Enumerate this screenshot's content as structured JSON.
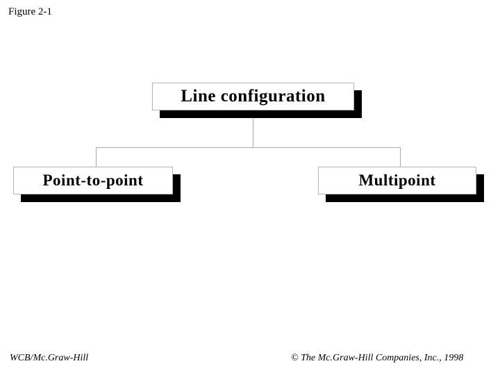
{
  "figure": {
    "label": "Figure 2-1"
  },
  "diagram": {
    "type": "tree",
    "root": {
      "id": "line-configuration",
      "label": "Line configuration"
    },
    "children": [
      {
        "id": "point-to-point",
        "label": "Point-to-point"
      },
      {
        "id": "multipoint",
        "label": "Multipoint"
      }
    ],
    "colors": {
      "box_fill": "#ffffff",
      "box_border": "#b5b5b5",
      "box_shadow": "#000000",
      "connector": "#a8a8a8",
      "text": "#000000",
      "background": "#ffffff"
    }
  },
  "footer": {
    "left": "WCB/Mc.Graw-Hill",
    "right": "© The Mc.Graw-Hill Companies, Inc., 1998"
  }
}
